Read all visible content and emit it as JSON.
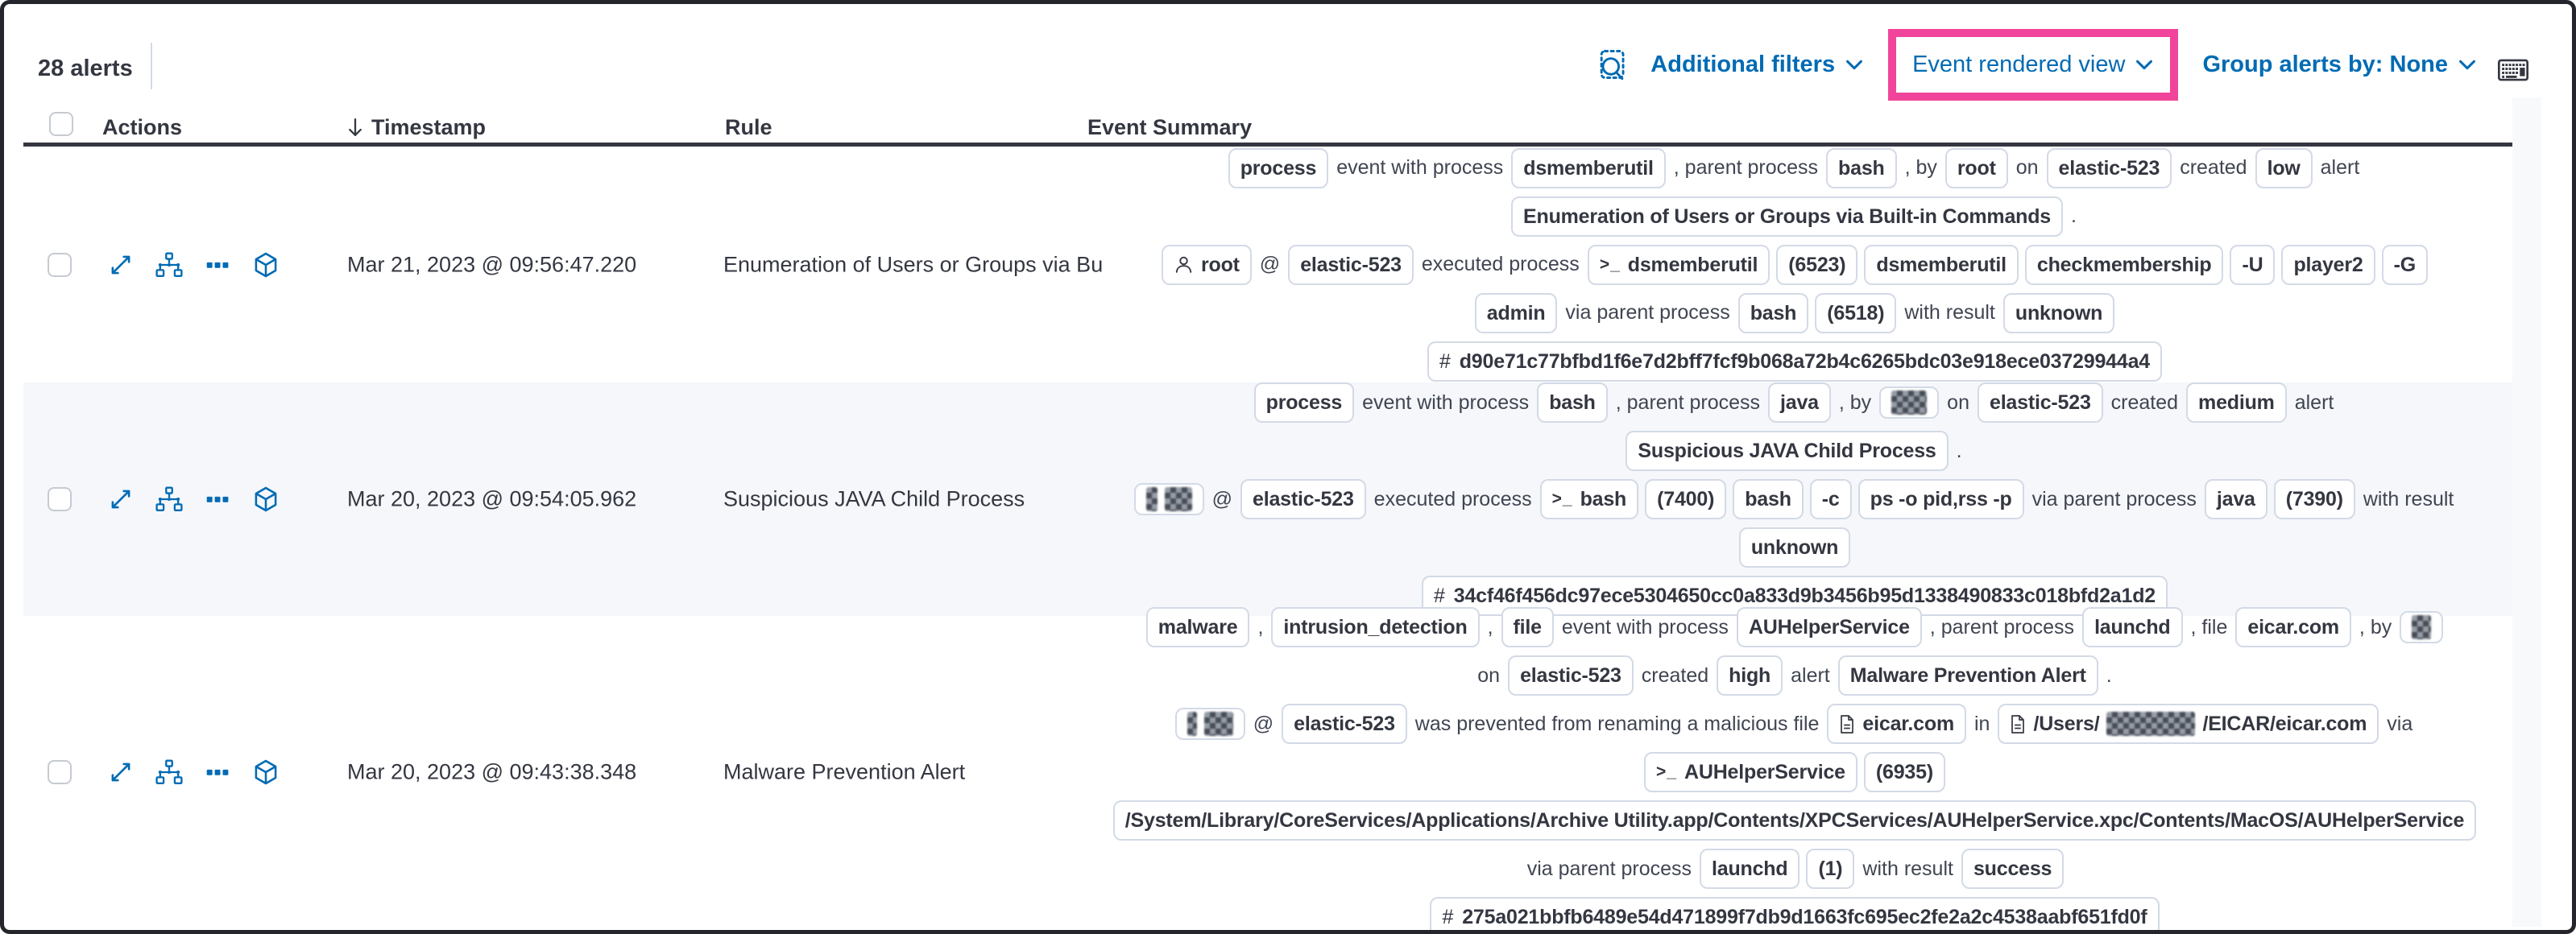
{
  "accent_colors": {
    "highlight_pink": "#F0459A",
    "link_blue": "#006BB4",
    "text_dark": "#343741",
    "row_stripe": "#F5F7FA",
    "badge_border": "#D3DAE6"
  },
  "toolbar": {
    "alerts_count": "28 alerts",
    "additional_filters_label": "Additional filters",
    "view_selector_label": "Event rendered view",
    "group_by_label": "Group alerts by: None",
    "icons": [
      "inspect-icon",
      "chevron-down-icon",
      "keyboard-shortcuts-icon"
    ]
  },
  "table": {
    "headers": {
      "actions": "Actions",
      "timestamp": "Timestamp",
      "rule": "Rule",
      "event_summary": "Event Summary"
    },
    "row_action_icons": [
      "expand-alert-icon",
      "analyze-event-icon",
      "more-actions-icon",
      "session-view-icon"
    ],
    "rows": [
      {
        "timestamp": "Mar 21, 2023 @ 09:56:47.220",
        "rule": "Enumeration of Users or Groups via Bui",
        "lines": [
          [
            {
              "type": "badge",
              "segments": [
                {
                  "text": "process"
                }
              ]
            },
            {
              "type": "text",
              "text": "event with process"
            },
            {
              "type": "badge",
              "segments": [
                {
                  "text": "dsmemberutil"
                }
              ]
            },
            {
              "type": "text",
              "text": ", parent process"
            },
            {
              "type": "badge",
              "segments": [
                {
                  "text": "bash"
                }
              ]
            },
            {
              "type": "text",
              "text": ", by"
            },
            {
              "type": "badge",
              "segments": [
                {
                  "text": "root"
                }
              ]
            },
            {
              "type": "text",
              "text": "on"
            },
            {
              "type": "badge",
              "segments": [
                {
                  "text": "elastic-523"
                }
              ]
            },
            {
              "type": "text",
              "text": "created"
            },
            {
              "type": "badge",
              "segments": [
                {
                  "text": "low"
                }
              ]
            },
            {
              "type": "text",
              "text": "alert"
            }
          ],
          [
            {
              "type": "badge",
              "segments": [
                {
                  "text": "Enumeration of Users or Groups via Built-in Commands"
                }
              ]
            },
            {
              "type": "text",
              "text": "."
            }
          ],
          [
            {
              "type": "badge",
              "icon": "user",
              "segments": [
                {
                  "text": "root"
                }
              ]
            },
            {
              "type": "text",
              "text": "@"
            },
            {
              "type": "badge",
              "segments": [
                {
                  "text": "elastic-523"
                }
              ]
            },
            {
              "type": "text",
              "text": "executed process"
            },
            {
              "type": "badge",
              "icon": "terminal",
              "segments": [
                {
                  "text": "dsmemberutil"
                }
              ]
            },
            {
              "type": "badge",
              "segments": [
                {
                  "text": "(6523)"
                }
              ]
            },
            {
              "type": "badge",
              "segments": [
                {
                  "text": "dsmemberutil"
                }
              ]
            },
            {
              "type": "badge",
              "segments": [
                {
                  "text": "checkmembership"
                }
              ]
            },
            {
              "type": "badge",
              "segments": [
                {
                  "text": "-U"
                }
              ]
            },
            {
              "type": "badge",
              "segments": [
                {
                  "text": "player2"
                }
              ]
            },
            {
              "type": "badge",
              "segments": [
                {
                  "text": "-G"
                }
              ]
            }
          ],
          [
            {
              "type": "badge",
              "segments": [
                {
                  "text": "admin"
                }
              ]
            },
            {
              "type": "text",
              "text": "via parent process"
            },
            {
              "type": "badge",
              "segments": [
                {
                  "text": "bash"
                }
              ]
            },
            {
              "type": "badge",
              "segments": [
                {
                  "text": "(6518)"
                }
              ]
            },
            {
              "type": "text",
              "text": "with result"
            },
            {
              "type": "badge",
              "segments": [
                {
                  "text": "unknown"
                }
              ]
            }
          ],
          [
            {
              "type": "badge",
              "icon": "hash",
              "segments": [
                {
                  "text": "d90e71c77bfbd1f6e7d2bff7fcf9b068a72b4c6265bdc03e918ece03729944a4"
                }
              ]
            }
          ]
        ]
      },
      {
        "timestamp": "Mar 20, 2023 @ 09:54:05.962",
        "rule": "Suspicious JAVA Child Process",
        "lines": [
          [
            {
              "type": "badge",
              "segments": [
                {
                  "text": "process"
                }
              ]
            },
            {
              "type": "text",
              "text": "event with process"
            },
            {
              "type": "badge",
              "segments": [
                {
                  "text": "bash"
                }
              ]
            },
            {
              "type": "text",
              "text": ", parent process"
            },
            {
              "type": "badge",
              "segments": [
                {
                  "text": "java"
                }
              ]
            },
            {
              "type": "text",
              "text": ", by"
            },
            {
              "type": "badge",
              "segments": [
                {
                  "redact": 44
                }
              ]
            },
            {
              "type": "text",
              "text": "on"
            },
            {
              "type": "badge",
              "segments": [
                {
                  "text": "elastic-523"
                }
              ]
            },
            {
              "type": "text",
              "text": "created"
            },
            {
              "type": "badge",
              "segments": [
                {
                  "text": "medium"
                }
              ]
            },
            {
              "type": "text",
              "text": "alert"
            }
          ],
          [
            {
              "type": "badge",
              "segments": [
                {
                  "text": "Suspicious JAVA Child Process"
                }
              ]
            },
            {
              "type": "text",
              "text": "."
            }
          ],
          [
            {
              "type": "badge",
              "segments": [
                {
                  "redact": 14
                },
                {
                  "redact": 34
                }
              ]
            },
            {
              "type": "text",
              "text": "@"
            },
            {
              "type": "badge",
              "segments": [
                {
                  "text": "elastic-523"
                }
              ]
            },
            {
              "type": "text",
              "text": "executed process"
            },
            {
              "type": "badge",
              "icon": "terminal",
              "segments": [
                {
                  "text": "bash"
                }
              ]
            },
            {
              "type": "badge",
              "segments": [
                {
                  "text": "(7400)"
                }
              ]
            },
            {
              "type": "badge",
              "segments": [
                {
                  "text": "bash"
                }
              ]
            },
            {
              "type": "badge",
              "segments": [
                {
                  "text": "-c"
                }
              ]
            },
            {
              "type": "badge",
              "segments": [
                {
                  "text": "ps -o pid,rss -p"
                }
              ]
            },
            {
              "type": "text",
              "text": "via parent process"
            },
            {
              "type": "badge",
              "segments": [
                {
                  "text": "java"
                }
              ]
            },
            {
              "type": "badge",
              "segments": [
                {
                  "text": "(7390)"
                }
              ]
            },
            {
              "type": "text",
              "text": "with result"
            }
          ],
          [
            {
              "type": "badge",
              "segments": [
                {
                  "text": "unknown"
                }
              ]
            }
          ],
          [
            {
              "type": "badge",
              "icon": "hash",
              "segments": [
                {
                  "text": "34cf46f456dc97ece5304650cc0a833d9b3456b95d1338490833c018bfd2a1d2"
                }
              ]
            }
          ]
        ]
      },
      {
        "timestamp": "Mar 20, 2023 @ 09:43:38.348",
        "rule": "Malware Prevention Alert",
        "lines": [
          [
            {
              "type": "badge",
              "segments": [
                {
                  "text": "malware"
                }
              ]
            },
            {
              "type": "text",
              "text": ","
            },
            {
              "type": "badge",
              "segments": [
                {
                  "text": "intrusion_detection"
                }
              ]
            },
            {
              "type": "text",
              "text": ","
            },
            {
              "type": "badge",
              "segments": [
                {
                  "text": "file"
                }
              ]
            },
            {
              "type": "text",
              "text": "event with process"
            },
            {
              "type": "badge",
              "segments": [
                {
                  "text": "AUHelperService"
                }
              ]
            },
            {
              "type": "text",
              "text": ", parent process"
            },
            {
              "type": "badge",
              "segments": [
                {
                  "text": "launchd"
                }
              ]
            },
            {
              "type": "text",
              "text": ", file"
            },
            {
              "type": "badge",
              "segments": [
                {
                  "text": "eicar.com"
                }
              ]
            },
            {
              "type": "text",
              "text": ", by"
            },
            {
              "type": "badge",
              "segments": [
                {
                  "redact": 24
                }
              ]
            }
          ],
          [
            {
              "type": "text",
              "text": "on"
            },
            {
              "type": "badge",
              "segments": [
                {
                  "text": "elastic-523"
                }
              ]
            },
            {
              "type": "text",
              "text": "created"
            },
            {
              "type": "badge",
              "segments": [
                {
                  "text": "high"
                }
              ]
            },
            {
              "type": "text",
              "text": "alert"
            },
            {
              "type": "badge",
              "segments": [
                {
                  "text": "Malware Prevention Alert"
                }
              ]
            },
            {
              "type": "text",
              "text": "."
            }
          ],
          [
            {
              "type": "badge",
              "segments": [
                {
                  "redact": 12
                },
                {
                  "redact": 36
                }
              ]
            },
            {
              "type": "text",
              "text": "@"
            },
            {
              "type": "badge",
              "segments": [
                {
                  "text": "elastic-523"
                }
              ]
            },
            {
              "type": "text",
              "text": "was prevented from renaming a malicious file"
            },
            {
              "type": "badge",
              "icon": "file",
              "segments": [
                {
                  "text": "eicar.com"
                }
              ]
            },
            {
              "type": "text",
              "text": "in"
            },
            {
              "type": "badge",
              "icon": "file",
              "segments": [
                {
                  "text": "/Users/"
                },
                {
                  "redact": 110
                },
                {
                  "text": "/EICAR/eicar.com"
                }
              ]
            },
            {
              "type": "text",
              "text": "via"
            }
          ],
          [
            {
              "type": "badge",
              "icon": "terminal",
              "segments": [
                {
                  "text": "AUHelperService"
                }
              ]
            },
            {
              "type": "badge",
              "segments": [
                {
                  "text": "(6935)"
                }
              ]
            }
          ],
          [
            {
              "type": "badge",
              "segments": [
                {
                  "text": "/System/Library/CoreServices/Applications/Archive Utility.app/Contents/XPCServices/AUHelperService.xpc/Contents/MacOS/AUHelperService"
                }
              ]
            }
          ],
          [
            {
              "type": "text",
              "text": "via parent process"
            },
            {
              "type": "badge",
              "segments": [
                {
                  "text": "launchd"
                }
              ]
            },
            {
              "type": "badge",
              "segments": [
                {
                  "text": "(1)"
                }
              ]
            },
            {
              "type": "text",
              "text": "with result"
            },
            {
              "type": "badge",
              "segments": [
                {
                  "text": "success"
                }
              ]
            }
          ],
          [
            {
              "type": "badge",
              "icon": "hash",
              "segments": [
                {
                  "text": "275a021bbfb6489e54d471899f7db9d1663fc695ec2fe2a2c4538aabf651fd0f"
                }
              ]
            }
          ]
        ]
      }
    ]
  }
}
